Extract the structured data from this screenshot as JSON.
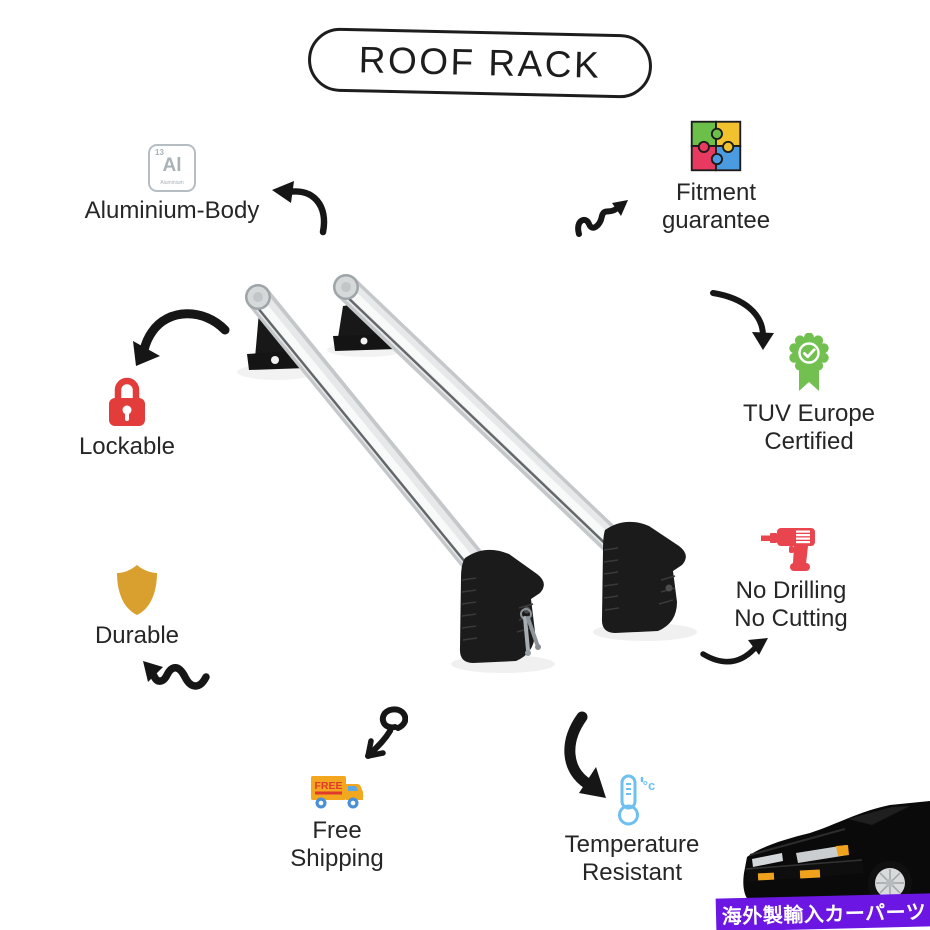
{
  "title": "ROOF RACK",
  "features": [
    {
      "id": "aluminium-body",
      "icon": "aluminium-element-icon",
      "lines": [
        "Aluminium-Body"
      ],
      "element": {
        "number": "13",
        "symbol": "Al",
        "name": "Aluminium"
      }
    },
    {
      "id": "fitment-guarantee",
      "icon": "puzzle-icon",
      "lines": [
        "Fitment",
        "guarantee"
      ]
    },
    {
      "id": "lockable",
      "icon": "padlock-icon",
      "lines": [
        "Lockable"
      ]
    },
    {
      "id": "tuv-europe-certified",
      "icon": "certified-ribbon-icon",
      "lines": [
        "TUV Europe",
        "Certified"
      ]
    },
    {
      "id": "no-drilling-no-cutting",
      "icon": "drill-icon",
      "lines": [
        "No Drilling",
        "No Cutting"
      ]
    },
    {
      "id": "durable",
      "icon": "shield-icon",
      "lines": [
        "Durable"
      ]
    },
    {
      "id": "free-shipping",
      "icon": "delivery-truck-icon",
      "lines": [
        "Free",
        "Shipping"
      ],
      "truck_label": "FREE"
    },
    {
      "id": "temperature-resistant",
      "icon": "thermometer-icon",
      "lines": [
        "Temperature",
        "Resistant"
      ],
      "degree_label": "°c"
    }
  ],
  "product": {
    "alt": "Two aluminium roof rack cross bars with black mounting feet and security keys"
  },
  "banner": {
    "text": "海外製輸入カーパーツ"
  },
  "colors": {
    "background": "#ffffff",
    "ink": "#232323",
    "lock_red": "#e23d3a",
    "shield_gold": "#d9a02f",
    "badge_green": "#72c050",
    "drill_red": "#e8454e",
    "thermometer_blue": "#6fc0f0",
    "truck_orange": "#f3a71e",
    "truck_free_red": "#e03a2d",
    "truck_wheel_blue": "#4a90d8",
    "puzzle_green": "#6cc04a",
    "puzzle_yellow": "#f2c12e",
    "puzzle_pink": "#e83a60",
    "puzzle_blue": "#4a9be0",
    "element_gray": "#b6bec4",
    "banner_purple": "#6b16e3",
    "banner_text": "#ffffff"
  }
}
